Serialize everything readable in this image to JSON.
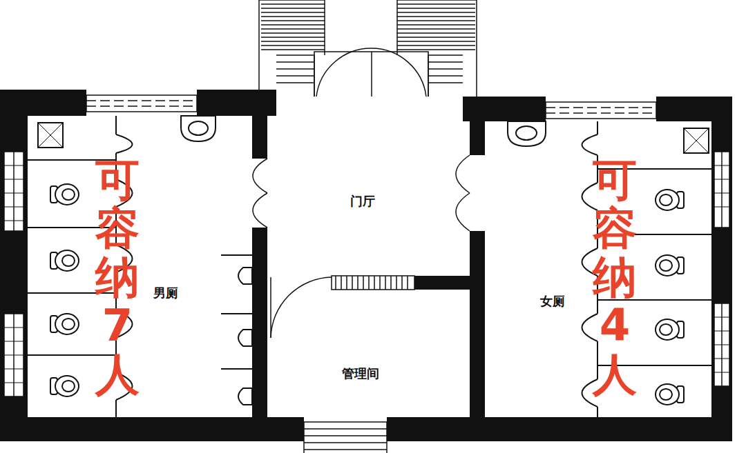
{
  "diagram": {
    "labels": [
      "可容纳7人",
      "门厅",
      "男厕",
      "女厕",
      "可容纳4人",
      "管理间"
    ]
  }
}
